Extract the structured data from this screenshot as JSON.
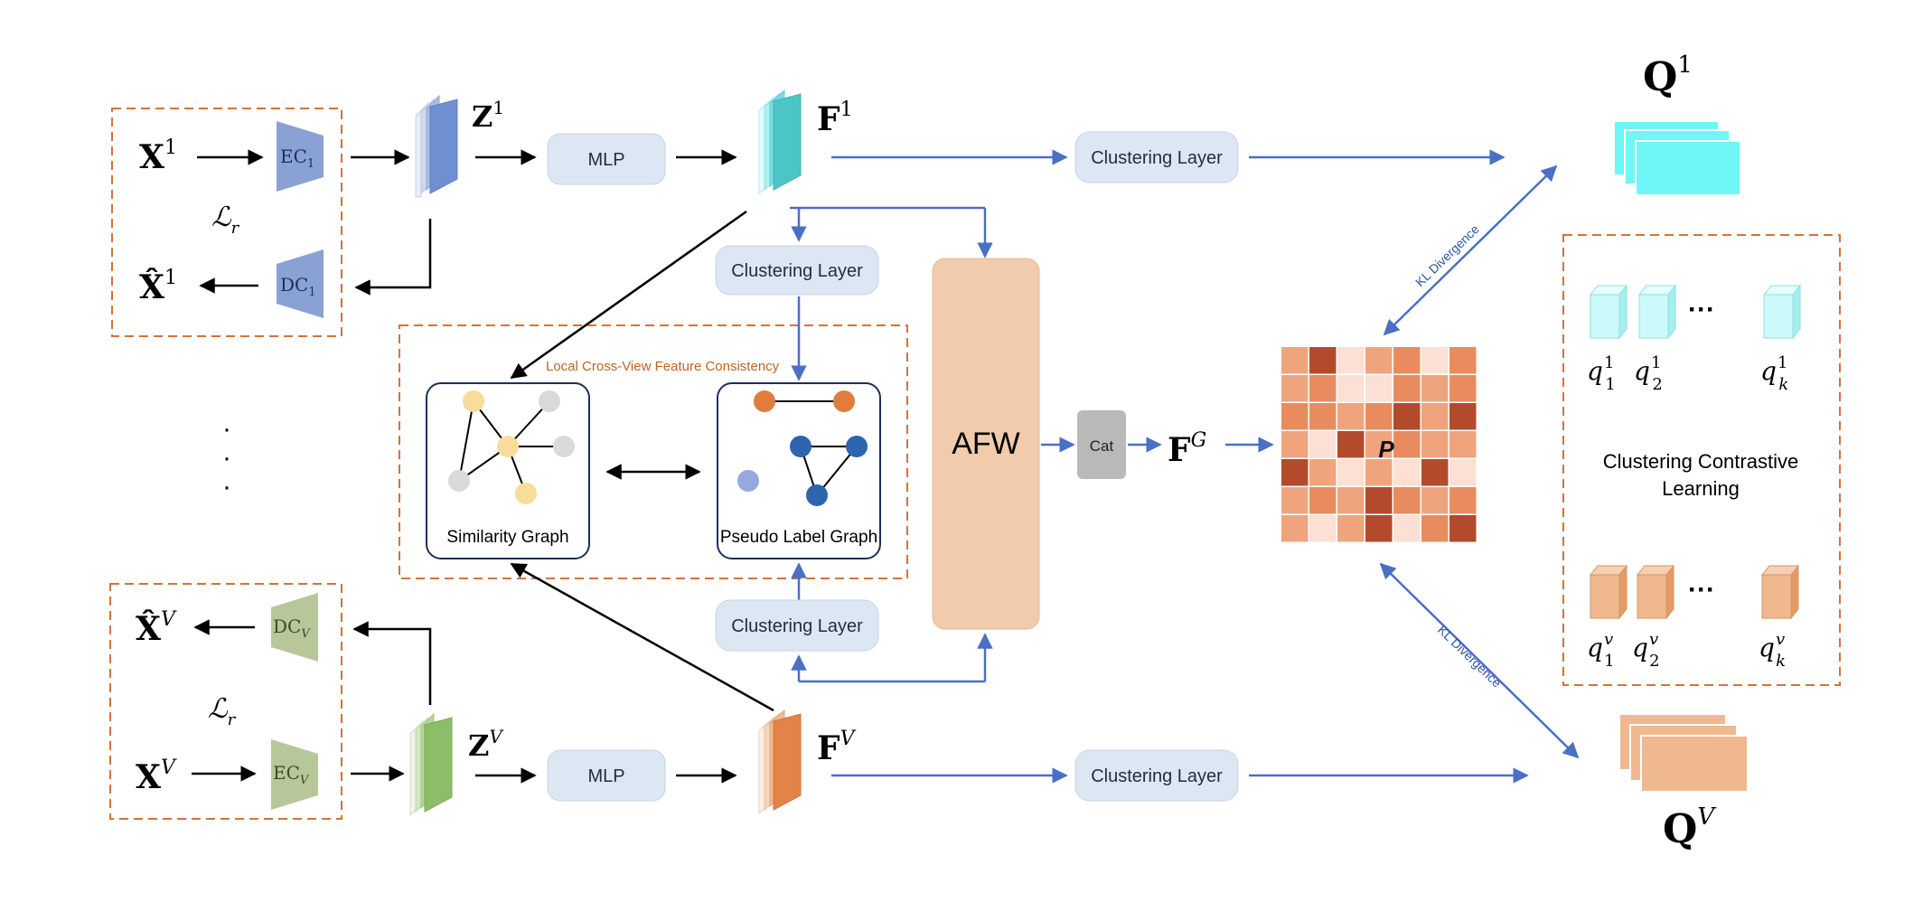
{
  "colors": {
    "arrow_blue": "#4a6fc4",
    "arrow_black": "#000000",
    "dashed_border": "#d2743c",
    "box_fill": "#dde7f3",
    "afw_fill": "#f1cbab",
    "cat_fill": "#b9b9b9",
    "encoder_fill": "#8aa1d4",
    "encoder_v_fill": "#b7c79a",
    "cyan": "#6ff6f6",
    "peach": "#efb88e"
  },
  "view1": {
    "x_label": "X",
    "x_sup": "1",
    "xhat_label": "X̂",
    "xhat_sup": "1",
    "encoder": "EC",
    "encoder_sub": "1",
    "decoder": "DC",
    "decoder_sub": "1",
    "loss": "ℒ",
    "loss_sub": "r",
    "z_label": "Z",
    "z_sup": "1",
    "mlp": "MLP",
    "f_label": "F",
    "f_sup": "1",
    "clustering_top": "Clustering Layer"
  },
  "viewV": {
    "x_label": "X",
    "x_sup": "V",
    "xhat_label": "X̂",
    "xhat_sup": "V",
    "encoder": "EC",
    "encoder_sub": "V",
    "decoder": "DC",
    "decoder_sub": "V",
    "loss": "ℒ",
    "loss_sub": "r",
    "z_label": "Z",
    "z_sup": "V",
    "mlp": "MLP",
    "f_label": "F",
    "f_sup": "V",
    "clustering_bottom": "Clustering Layer"
  },
  "ellipsis_vertical": "·",
  "middle": {
    "clustering_upper": "Clustering Layer",
    "clustering_lower": "Clustering Layer",
    "local_title": "Local Cross-View Feature Consistency",
    "similarity_graph": "Similarity Graph",
    "pseudo_label_graph": "Pseudo Label Graph",
    "afw": "AFW",
    "cat": "Cat",
    "fg_label": "F",
    "fg_sup": "G",
    "p_label": "P"
  },
  "heatmap": {
    "palette": [
      "#fbe0d3",
      "#f0a47d",
      "#e88c5f",
      "#b44a2c"
    ],
    "cells": [
      [
        1,
        3,
        0,
        1,
        2,
        0,
        2
      ],
      [
        1,
        2,
        0,
        0,
        2,
        1,
        2
      ],
      [
        2,
        2,
        1,
        2,
        3,
        1,
        3
      ],
      [
        1,
        0,
        3,
        1,
        2,
        1,
        1
      ],
      [
        3,
        1,
        0,
        1,
        0,
        3,
        0
      ],
      [
        1,
        2,
        1,
        3,
        2,
        1,
        2
      ],
      [
        1,
        0,
        1,
        3,
        0,
        2,
        3
      ]
    ]
  },
  "right": {
    "q1_label": "Q",
    "q1_sup": "1",
    "qv_label": "Q",
    "qv_sup": "V",
    "kl_upper": "KL Divergence",
    "kl_lower": "KL Divergence",
    "contrastive_line1": "Clustering Contrastive",
    "contrastive_line2": "Learning",
    "dots": "···",
    "q_top": [
      {
        "base": "q",
        "sup": "1",
        "sub": "1"
      },
      {
        "base": "q",
        "sup": "1",
        "sub": "2"
      },
      {
        "base": "q",
        "sup": "1",
        "sub": "k"
      }
    ],
    "q_bottom": [
      {
        "base": "q",
        "sup": "v",
        "sub": "1"
      },
      {
        "base": "q",
        "sup": "v",
        "sub": "2"
      },
      {
        "base": "q",
        "sup": "v",
        "sub": "k"
      }
    ]
  }
}
